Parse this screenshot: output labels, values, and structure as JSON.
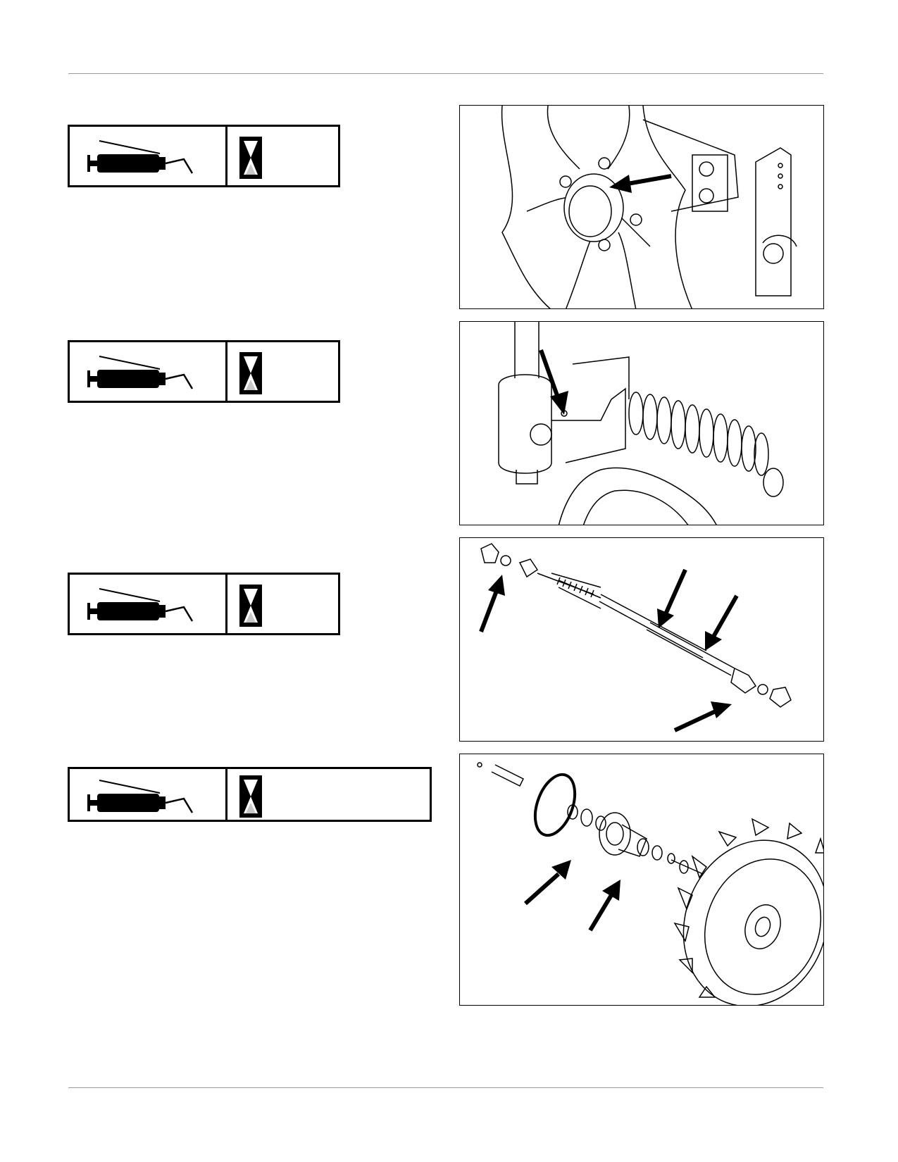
{
  "page": {
    "top_rule": "",
    "bottom_rule": ""
  },
  "lubrication_points": [
    {
      "icons": [
        "grease-gun-icon",
        "hourglass-icon"
      ],
      "figure": "wheel-hub-grease-fitting"
    },
    {
      "icons": [
        "grease-gun-icon",
        "hourglass-icon"
      ],
      "figure": "pivot-arm-grease-fitting"
    },
    {
      "icons": [
        "grease-gun-icon",
        "hourglass-icon"
      ],
      "figure": "pto-driveshaft-grease-points"
    },
    {
      "icons": [
        "grease-gun-icon",
        "hourglass-icon"
      ],
      "figure": "wheel-bearing-exploded-view"
    }
  ],
  "colors": {
    "ink": "#000000",
    "rule": "#9a9a9a",
    "hourglass_sand": "#c8c8c8"
  }
}
